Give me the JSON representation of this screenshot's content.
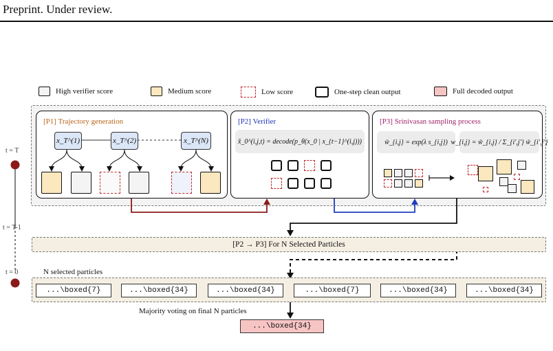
{
  "header": {
    "text": "Preprint. Under review."
  },
  "legend": {
    "high": "High verifier score",
    "medium": "Medium score",
    "low": "Low score",
    "clean": "One-step clean output",
    "full": "Full decoded output"
  },
  "timeline": {
    "t_top": "t = T",
    "t_mid": "t = T-1",
    "t_bottom": "t = 0"
  },
  "panel1": {
    "title": "[P1] Trajectory generation",
    "nodes": [
      "x_T^(1)",
      "x_T^(2)",
      "x_T^(N)"
    ]
  },
  "panel2": {
    "title": "[P2] Verifier",
    "equation": "x̂_0^(i,j,t) = decode(p_θ(x_0 | x_{t−1}^(i,j)))"
  },
  "panel3": {
    "title": "[P3] Srinivasan sampling process",
    "eq1": "w̃_{i,j} = exp(λ s_{i,j})",
    "eq2": "w_{i,j} = w̃_{i,j} / Σ_{i′,j′} w̃_{i′,j′}"
  },
  "band": {
    "label": "[P2 → P3] For N Selected Particles"
  },
  "selected": {
    "label": "N selected particles",
    "particles": [
      "...\\boxed{7}",
      "...\\boxed{34}",
      "...\\boxed{34}",
      "...\\boxed{7}",
      "...\\boxed{34}",
      "...\\boxed{34}"
    ]
  },
  "voting": {
    "label": "Majority voting on final N particles",
    "result": "...\\boxed{34}"
  },
  "colors": {
    "p1": "#b8641a",
    "p2": "#1f33b5",
    "p3": "#a0226b",
    "medium": "#fbe8bf",
    "node": "#dbe6f6",
    "full": "#f7c4c4",
    "arrow_red": "#8b1a1a",
    "arrow_blue": "#1f3fbf",
    "low": "#c0282d"
  }
}
